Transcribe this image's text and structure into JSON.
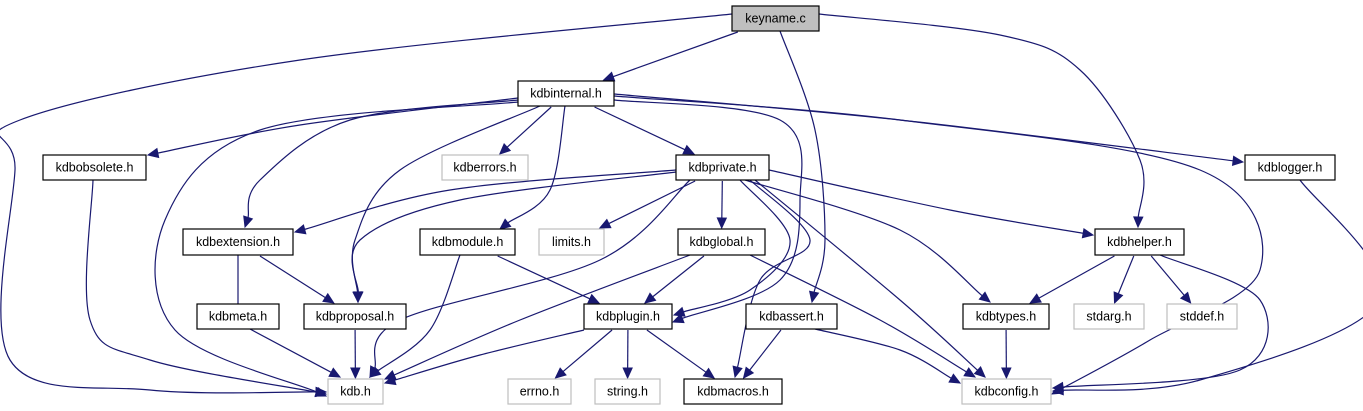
{
  "diagram": {
    "title": "keyname.c include dependency graph",
    "colors": {
      "edge": "#191970",
      "root_fill": "#bfbfbf",
      "node_border": "#000000",
      "external_border": "#bfbfbf",
      "node_fill": "#ffffff"
    },
    "nodes": [
      {
        "id": "keyname_c",
        "label": "keyname.c",
        "kind": "root"
      },
      {
        "id": "kdbinternal_h",
        "label": "kdbinternal.h",
        "kind": "documented"
      },
      {
        "id": "kdbobsolete_h",
        "label": "kdbobsolete.h",
        "kind": "documented"
      },
      {
        "id": "kdberrors_h",
        "label": "kdberrors.h",
        "kind": "external"
      },
      {
        "id": "kdbprivate_h",
        "label": "kdbprivate.h",
        "kind": "documented"
      },
      {
        "id": "kdblogger_h",
        "label": "kdblogger.h",
        "kind": "documented"
      },
      {
        "id": "kdbextension_h",
        "label": "kdbextension.h",
        "kind": "documented"
      },
      {
        "id": "kdbmodule_h",
        "label": "kdbmodule.h",
        "kind": "documented"
      },
      {
        "id": "limits_h",
        "label": "limits.h",
        "kind": "external"
      },
      {
        "id": "kdbglobal_h",
        "label": "kdbglobal.h",
        "kind": "documented"
      },
      {
        "id": "kdbhelper_h",
        "label": "kdbhelper.h",
        "kind": "documented"
      },
      {
        "id": "kdbmeta_h",
        "label": "kdbmeta.h",
        "kind": "documented"
      },
      {
        "id": "kdbproposal_h",
        "label": "kdbproposal.h",
        "kind": "documented"
      },
      {
        "id": "kdbplugin_h",
        "label": "kdbplugin.h",
        "kind": "documented"
      },
      {
        "id": "kdbassert_h",
        "label": "kdbassert.h",
        "kind": "documented"
      },
      {
        "id": "kdbtypes_h",
        "label": "kdbtypes.h",
        "kind": "documented"
      },
      {
        "id": "stdarg_h",
        "label": "stdarg.h",
        "kind": "external"
      },
      {
        "id": "stddef_h",
        "label": "stddef.h",
        "kind": "external"
      },
      {
        "id": "kdb_h",
        "label": "kdb.h",
        "kind": "external"
      },
      {
        "id": "errno_h",
        "label": "errno.h",
        "kind": "external"
      },
      {
        "id": "string_h",
        "label": "string.h",
        "kind": "external"
      },
      {
        "id": "kdbmacros_h",
        "label": "kdbmacros.h",
        "kind": "documented"
      },
      {
        "id": "kdbconfig_h",
        "label": "kdbconfig.h",
        "kind": "external"
      }
    ],
    "edges": [
      {
        "from": "keyname_c",
        "to": "kdbinternal_h"
      },
      {
        "from": "keyname_c",
        "to": "kdb_h"
      },
      {
        "from": "keyname_c",
        "to": "kdbassert_h"
      },
      {
        "from": "keyname_c",
        "to": "kdbhelper_h"
      },
      {
        "from": "kdbinternal_h",
        "to": "kdbobsolete_h"
      },
      {
        "from": "kdbinternal_h",
        "to": "kdberrors_h"
      },
      {
        "from": "kdbinternal_h",
        "to": "kdbprivate_h"
      },
      {
        "from": "kdbinternal_h",
        "to": "kdblogger_h"
      },
      {
        "from": "kdbinternal_h",
        "to": "kdbextension_h"
      },
      {
        "from": "kdbinternal_h",
        "to": "kdbmodule_h"
      },
      {
        "from": "kdbinternal_h",
        "to": "kdbproposal_h"
      },
      {
        "from": "kdbinternal_h",
        "to": "kdb_h"
      },
      {
        "from": "kdbinternal_h",
        "to": "kdbplugin_h"
      },
      {
        "from": "kdbinternal_h",
        "to": "kdbconfig_h"
      },
      {
        "from": "kdbobsolete_h",
        "to": "kdb_h"
      },
      {
        "from": "kdbprivate_h",
        "to": "kdbextension_h"
      },
      {
        "from": "kdbprivate_h",
        "to": "kdbproposal_h"
      },
      {
        "from": "kdbprivate_h",
        "to": "limits_h"
      },
      {
        "from": "kdbprivate_h",
        "to": "kdbglobal_h"
      },
      {
        "from": "kdbprivate_h",
        "to": "kdb_h"
      },
      {
        "from": "kdbprivate_h",
        "to": "kdbplugin_h"
      },
      {
        "from": "kdbprivate_h",
        "to": "kdbmacros_h"
      },
      {
        "from": "kdbprivate_h",
        "to": "kdbhelper_h"
      },
      {
        "from": "kdbprivate_h",
        "to": "kdbtypes_h"
      },
      {
        "from": "kdbprivate_h",
        "to": "kdbconfig_h"
      },
      {
        "from": "kdblogger_h",
        "to": "kdbconfig_h"
      },
      {
        "from": "kdbextension_h",
        "to": "kdbmeta_h"
      },
      {
        "from": "kdbextension_h",
        "to": "kdbproposal_h"
      },
      {
        "from": "kdbmodule_h",
        "to": "kdbplugin_h"
      },
      {
        "from": "kdbmodule_h",
        "to": "kdb_h"
      },
      {
        "from": "kdbglobal_h",
        "to": "kdbplugin_h"
      },
      {
        "from": "kdbglobal_h",
        "to": "kdb_h"
      },
      {
        "from": "kdbglobal_h",
        "to": "kdbconfig_h"
      },
      {
        "from": "kdbhelper_h",
        "to": "kdbtypes_h"
      },
      {
        "from": "kdbhelper_h",
        "to": "stdarg_h"
      },
      {
        "from": "kdbhelper_h",
        "to": "stddef_h"
      },
      {
        "from": "kdbhelper_h",
        "to": "kdbconfig_h"
      },
      {
        "from": "kdbmeta_h",
        "to": "kdb_h"
      },
      {
        "from": "kdbproposal_h",
        "to": "kdb_h"
      },
      {
        "from": "kdbplugin_h",
        "to": "kdb_h"
      },
      {
        "from": "kdbplugin_h",
        "to": "errno_h"
      },
      {
        "from": "kdbplugin_h",
        "to": "string_h"
      },
      {
        "from": "kdbplugin_h",
        "to": "kdbmacros_h"
      },
      {
        "from": "kdbassert_h",
        "to": "kdbmacros_h"
      },
      {
        "from": "kdbassert_h",
        "to": "kdbconfig_h"
      },
      {
        "from": "kdbtypes_h",
        "to": "kdbconfig_h"
      }
    ]
  }
}
